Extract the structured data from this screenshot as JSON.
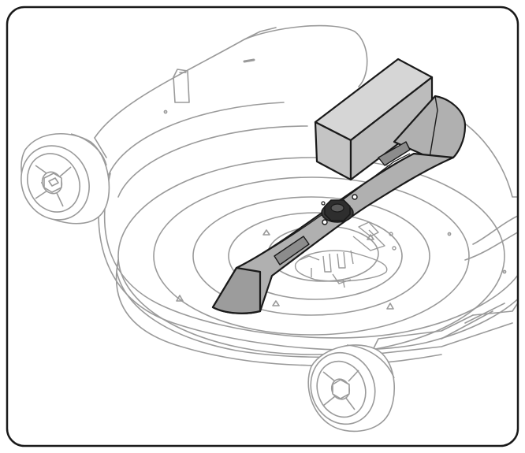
{
  "illustration": {
    "subject": "lawn-mower-deck-with-blade-and-wooden-block",
    "colors": {
      "frame": "#1a1a1a",
      "deck_line": "#9a9a9a",
      "blade_fill": "#b0b0b0",
      "blade_dark": "#8c8c8c",
      "block_fill": "#c4c4c4",
      "block_top": "#d6d6d6",
      "outline": "#1a1a1a",
      "nut": "#3a3a3a"
    },
    "parts": [
      "mower-deck",
      "front-wheel",
      "rear-wheel",
      "cutting-blade",
      "blade-nut",
      "wooden-block",
      "blade-mount"
    ]
  }
}
